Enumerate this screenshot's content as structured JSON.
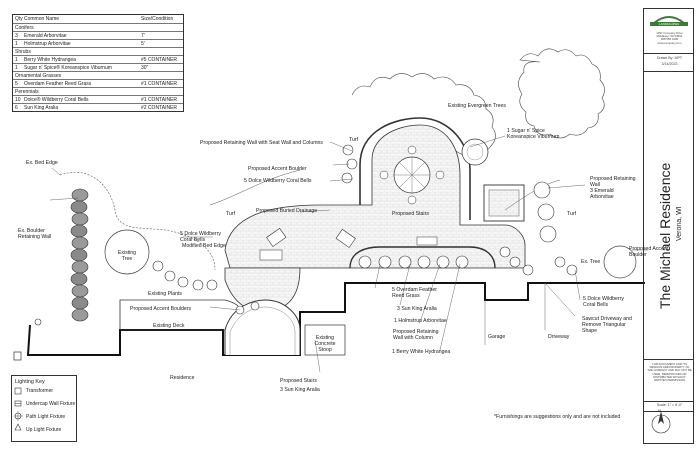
{
  "schedule": {
    "headers": {
      "qty": "Qty",
      "name": "Common Name",
      "size": "Size/Condition"
    },
    "sections": [
      {
        "title": "Conifers",
        "rows": [
          {
            "qty": "3",
            "name": "Emerald Arborvitae",
            "size": "7'"
          },
          {
            "qty": "1",
            "name": "Holmstrup Arborvitae",
            "size": "5'"
          }
        ]
      },
      {
        "title": "Shrubs",
        "rows": [
          {
            "qty": "1",
            "name": "Berry White Hydrangea",
            "size": "#5 CONTAINER"
          },
          {
            "qty": "1",
            "name": "Sugar n' Spice® Koreanspice Viburnum",
            "size": "30\""
          }
        ]
      },
      {
        "title": "Ornamental Grasses",
        "rows": [
          {
            "qty": "5",
            "name": "Overdam Feather Reed Grass",
            "size": "#1 CONTAINER"
          }
        ]
      },
      {
        "title": "Perennials",
        "rows": [
          {
            "qty": "10",
            "name": "Dolce® Wildberry Coral Bells",
            "size": "#1 CONTAINER"
          },
          {
            "qty": "6",
            "name": "Sun King Aralia",
            "size": "#2 CONTAINER"
          }
        ]
      }
    ]
  },
  "title_block": {
    "company_logo_text": "LANDSCAPES",
    "address": "1097 Company Drive\nMiddleton, WI 53562\n608.555.0100\nwww.company.com",
    "drawn_by": "Drawn By: MPT",
    "date": "3/14/2023",
    "project_name": "The Michael Residence",
    "location": "Verona, WI",
    "copyright_note": "THIS DOCUMENT AND ITS DESIGNS ARE PROPERTY OF THE COMPANY AND MAY NOT BE USED, REPRODUCED OR DISTRIBUTED WITHOUT WRITTEN PERMISSION",
    "scale": "Scale: 1\" = 8'-0\""
  },
  "legend": {
    "title": "Lighting Key",
    "items": [
      {
        "icon": "transformer-icon",
        "label": "Transformer"
      },
      {
        "icon": "undercap-wall-fixture-icon",
        "label": "Undercap Wall Fixture"
      },
      {
        "icon": "path-light-icon",
        "label": "Path Light Fixture"
      },
      {
        "icon": "up-light-icon",
        "label": "Up Light Fixture"
      }
    ]
  },
  "labels": {
    "existing_evergreen_trees": "Existing Evergreen Trees",
    "turf_top": "Turf",
    "ex_bed_edge": "Ex. Bed Edge",
    "retaining_wall_seat": "Proposed Retaining Wall with Seat Wall and Columns",
    "viburnum": "1 Sugar n' Spice\nKoreanspice Viburnum",
    "accent_boulder": "Proposed Accent Boulder",
    "dolce_5_top": "5 Dolce Wildberry Coral Bells",
    "retaining_wall_right": "Proposed Retaining\nWall",
    "emerald_3": "3 Emerald\nArborvitae",
    "turf_left": "Turf",
    "buried_drainage": "Proposed Buried Drainage",
    "ex_boulder_wall": "Ex. Boulder\nRetaining Wall",
    "dolce_5_left": "5 Dolce Wildberry\nCoral Bells",
    "modified_bed_edge": "Modified Bed Edge",
    "proposed_stairs_top": "Proposed Stairs",
    "turf_right": "Turf",
    "accent_boulder_right": "Proposed Accent\nBoulder",
    "existing_tree_left": "Existing\nTree",
    "ex_tree_right": "Ex. Tree",
    "existing_plants": "Existing Plants",
    "accent_boulders": "Proposed Accent Boulders",
    "existing_deck": "Existing Deck",
    "feather_reed": "5 Overdam Feather\nReed Grass",
    "sun_king_3": "3 Sun King Aralia",
    "holmstrup": "1 Holmstrup Arborvitae",
    "retaining_wall_columns": "Proposed Retaining\nWall with Column",
    "berry_white": "1 Berry White Hydrangea",
    "dolce_5_right": "5 Dolce Wildberry\nCoral Bells",
    "sawcut": "Sawcut Driveway and\nRemove Triangular\nShape",
    "existing_stoop": "Existing\nConcrete\nStoop",
    "garage": "Garage",
    "driveway": "Driveway",
    "residence": "Residence",
    "proposed_stairs_bottom": "Proposed Stairs",
    "sun_king_3_bottom": "3 Sun King Aralia",
    "furnishings_note": "*Furnishings are suggestions only and are not included",
    "north": "N"
  },
  "colors": {
    "line": "#333333",
    "paver_fill": "#f4f4f4",
    "wall_fill": "#9a9a9a",
    "logo_green": "#3f7a3a"
  }
}
